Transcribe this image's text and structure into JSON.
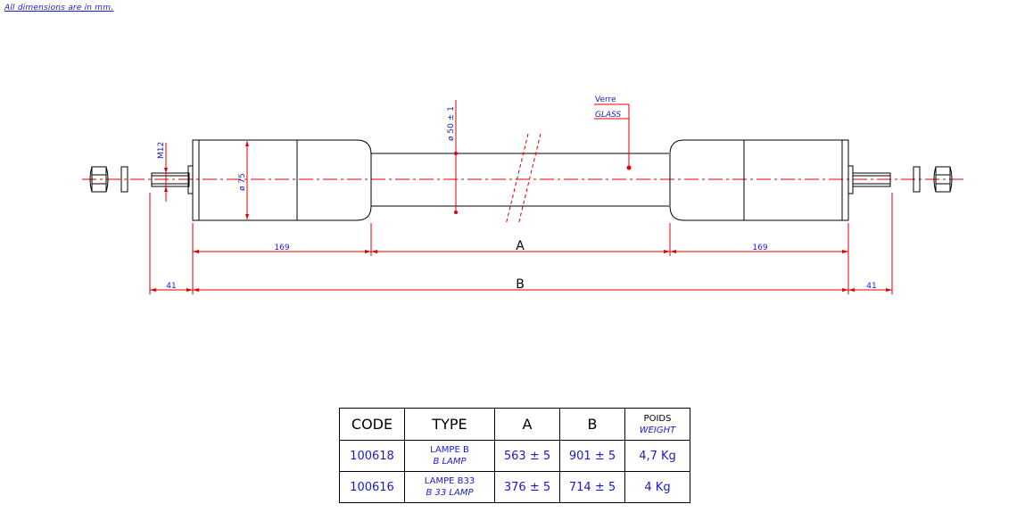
{
  "note": "All dimensions are in mm.",
  "labels": {
    "material_fr": "Verre",
    "material_en": "GLASS",
    "diam_tube": "ø 50 ± 1",
    "diam_end": "ø 75",
    "thread": "M12",
    "dim_left_cap": "169",
    "dim_right_cap": "169",
    "dim_a": "A",
    "dim_b": "B",
    "dim_left_stud": "41",
    "dim_right_stud": "41"
  },
  "table": {
    "headers": {
      "code": "CODE",
      "type": "TYPE",
      "a": "A",
      "b": "B",
      "weight_fr": "POIDS",
      "weight_en": "WEIGHT"
    },
    "rows": [
      {
        "code": "100618",
        "type_fr": "LAMPE B",
        "type_en": "B LAMP",
        "a": "563 ± 5",
        "b": "901 ± 5",
        "weight": "4,7 Kg"
      },
      {
        "code": "100616",
        "type_fr": "LAMPE B33",
        "type_en": "B 33 LAMP",
        "a": "376 ± 5",
        "b": "714 ± 5",
        "weight": "4 Kg"
      }
    ]
  }
}
